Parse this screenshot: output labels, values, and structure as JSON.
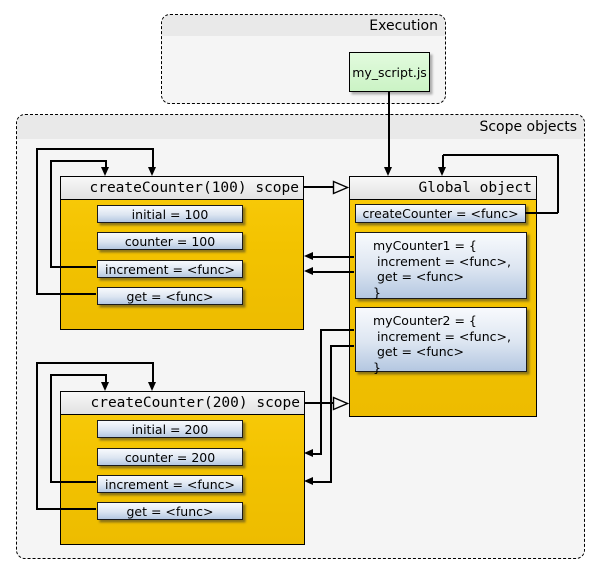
{
  "execution_panel": {
    "title": "Execution",
    "script_label": "my_script.js"
  },
  "scope_panel": {
    "title": "Scope objects"
  },
  "scope100": {
    "title": "createCounter(100) scope",
    "vars": [
      "initial = 100",
      "counter = 100",
      "increment = <func>",
      "get = <func>"
    ]
  },
  "scope200": {
    "title": "createCounter(200) scope",
    "vars": [
      "initial = 200",
      "counter = 200",
      "increment = <func>",
      "get = <func>"
    ]
  },
  "global": {
    "title": "Global object",
    "createCounter": "createCounter = <func>",
    "myCounter1": {
      "lines": [
        "myCounter1 = {",
        " increment = <func>,",
        " get = <func>",
        "}"
      ]
    },
    "myCounter2": {
      "lines": [
        "myCounter2 = {",
        " increment = <func>,",
        " get = <func>",
        "}"
      ]
    }
  },
  "colors": {
    "scope_gold": "#F0C000",
    "panel_gray": "#F5F5F5",
    "panel_header_gray": "#E9E9E9",
    "var_blue_top": "#F8FAFD",
    "var_blue_bottom": "#B4C7E1",
    "script_green": "#CBF3C5",
    "line_black": "#000000"
  }
}
